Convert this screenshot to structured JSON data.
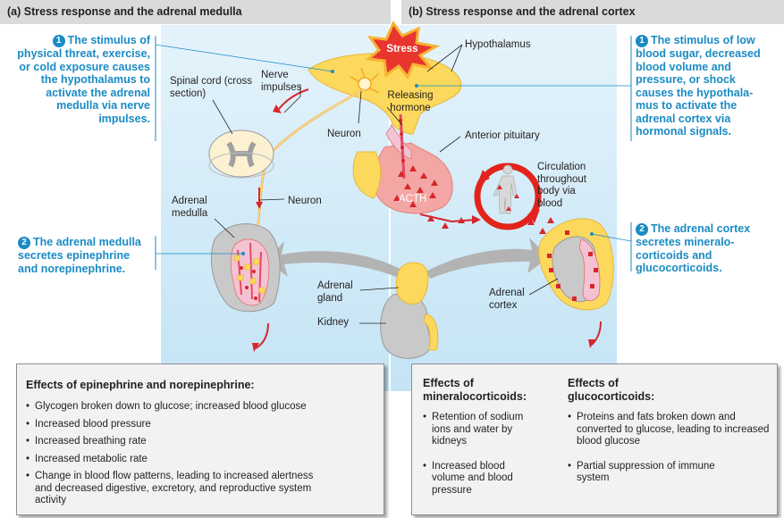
{
  "panel_a": {
    "title": "(a) Stress response and the adrenal medulla",
    "step1_num": "1",
    "step1_text": "The stimulus of physical threat, exercise, or cold exposure causes the hypothalamus to activate the adrenal medulla via nerve impulses.",
    "step2_num": "2",
    "step2_text": "The adrenal medulla secretes epinephrine and norepinephrine.",
    "labels": {
      "spinal_cord": "Spinal cord (cross section)",
      "nerve_impulses": "Nerve impulses",
      "neuron_top": "Neuron",
      "neuron_side": "Neuron",
      "adrenal_medulla": "Adrenal medulla",
      "adrenal_gland": "Adrenal gland",
      "kidney": "Kidney"
    },
    "effects_title": "Effects of epinephrine and norepinephrine:",
    "effects": [
      "Glycogen broken down to glucose; increased blood glucose",
      "Increased blood pressure",
      "Increased breathing rate",
      "Increased metabolic rate",
      "Change in blood flow patterns, leading to increased alertness and decreased digestive, excretory, and reproductive system activity"
    ]
  },
  "panel_b": {
    "title": "(b) Stress response and the adrenal cortex",
    "step1_num": "1",
    "step1_text": "The stimulus of low blood sugar, decreased blood volume and pressure, or shock causes the hypothala-mus to activate the adrenal cortex via hormonal signals.",
    "step2_num": "2",
    "step2_text": "The adrenal cortex secretes mineralo-corticoids and glucocorticoids.",
    "labels": {
      "stress": "Stress",
      "hypothalamus": "Hypothalamus",
      "releasing_hormone": "Releasing hormone",
      "anterior_pituitary": "Anterior pituitary",
      "acth": "ACTH",
      "circulation": "Circulation throughout body via blood",
      "adrenal_cortex": "Adrenal cortex"
    },
    "mineral_title": "Effects of mineralocorticoids:",
    "mineral_effects": [
      "Retention of sodium ions and water by kidneys",
      "Increased blood volume and blood pressure"
    ],
    "gluco_title": "Effects of glucocorticoids:",
    "gluco_effects": [
      "Proteins and fats broken down and converted to glucose, leading to increased blood glucose",
      "Partial suppression of immune system"
    ]
  },
  "colors": {
    "header_bg": "#d9dadb",
    "blue_text": "#1a8bc4",
    "panel_blue": "#cfe9f7",
    "gland_yellow": "#fcd95c",
    "hormone_red": "#d7262c",
    "pituitary_pink": "#f4a6a4"
  }
}
